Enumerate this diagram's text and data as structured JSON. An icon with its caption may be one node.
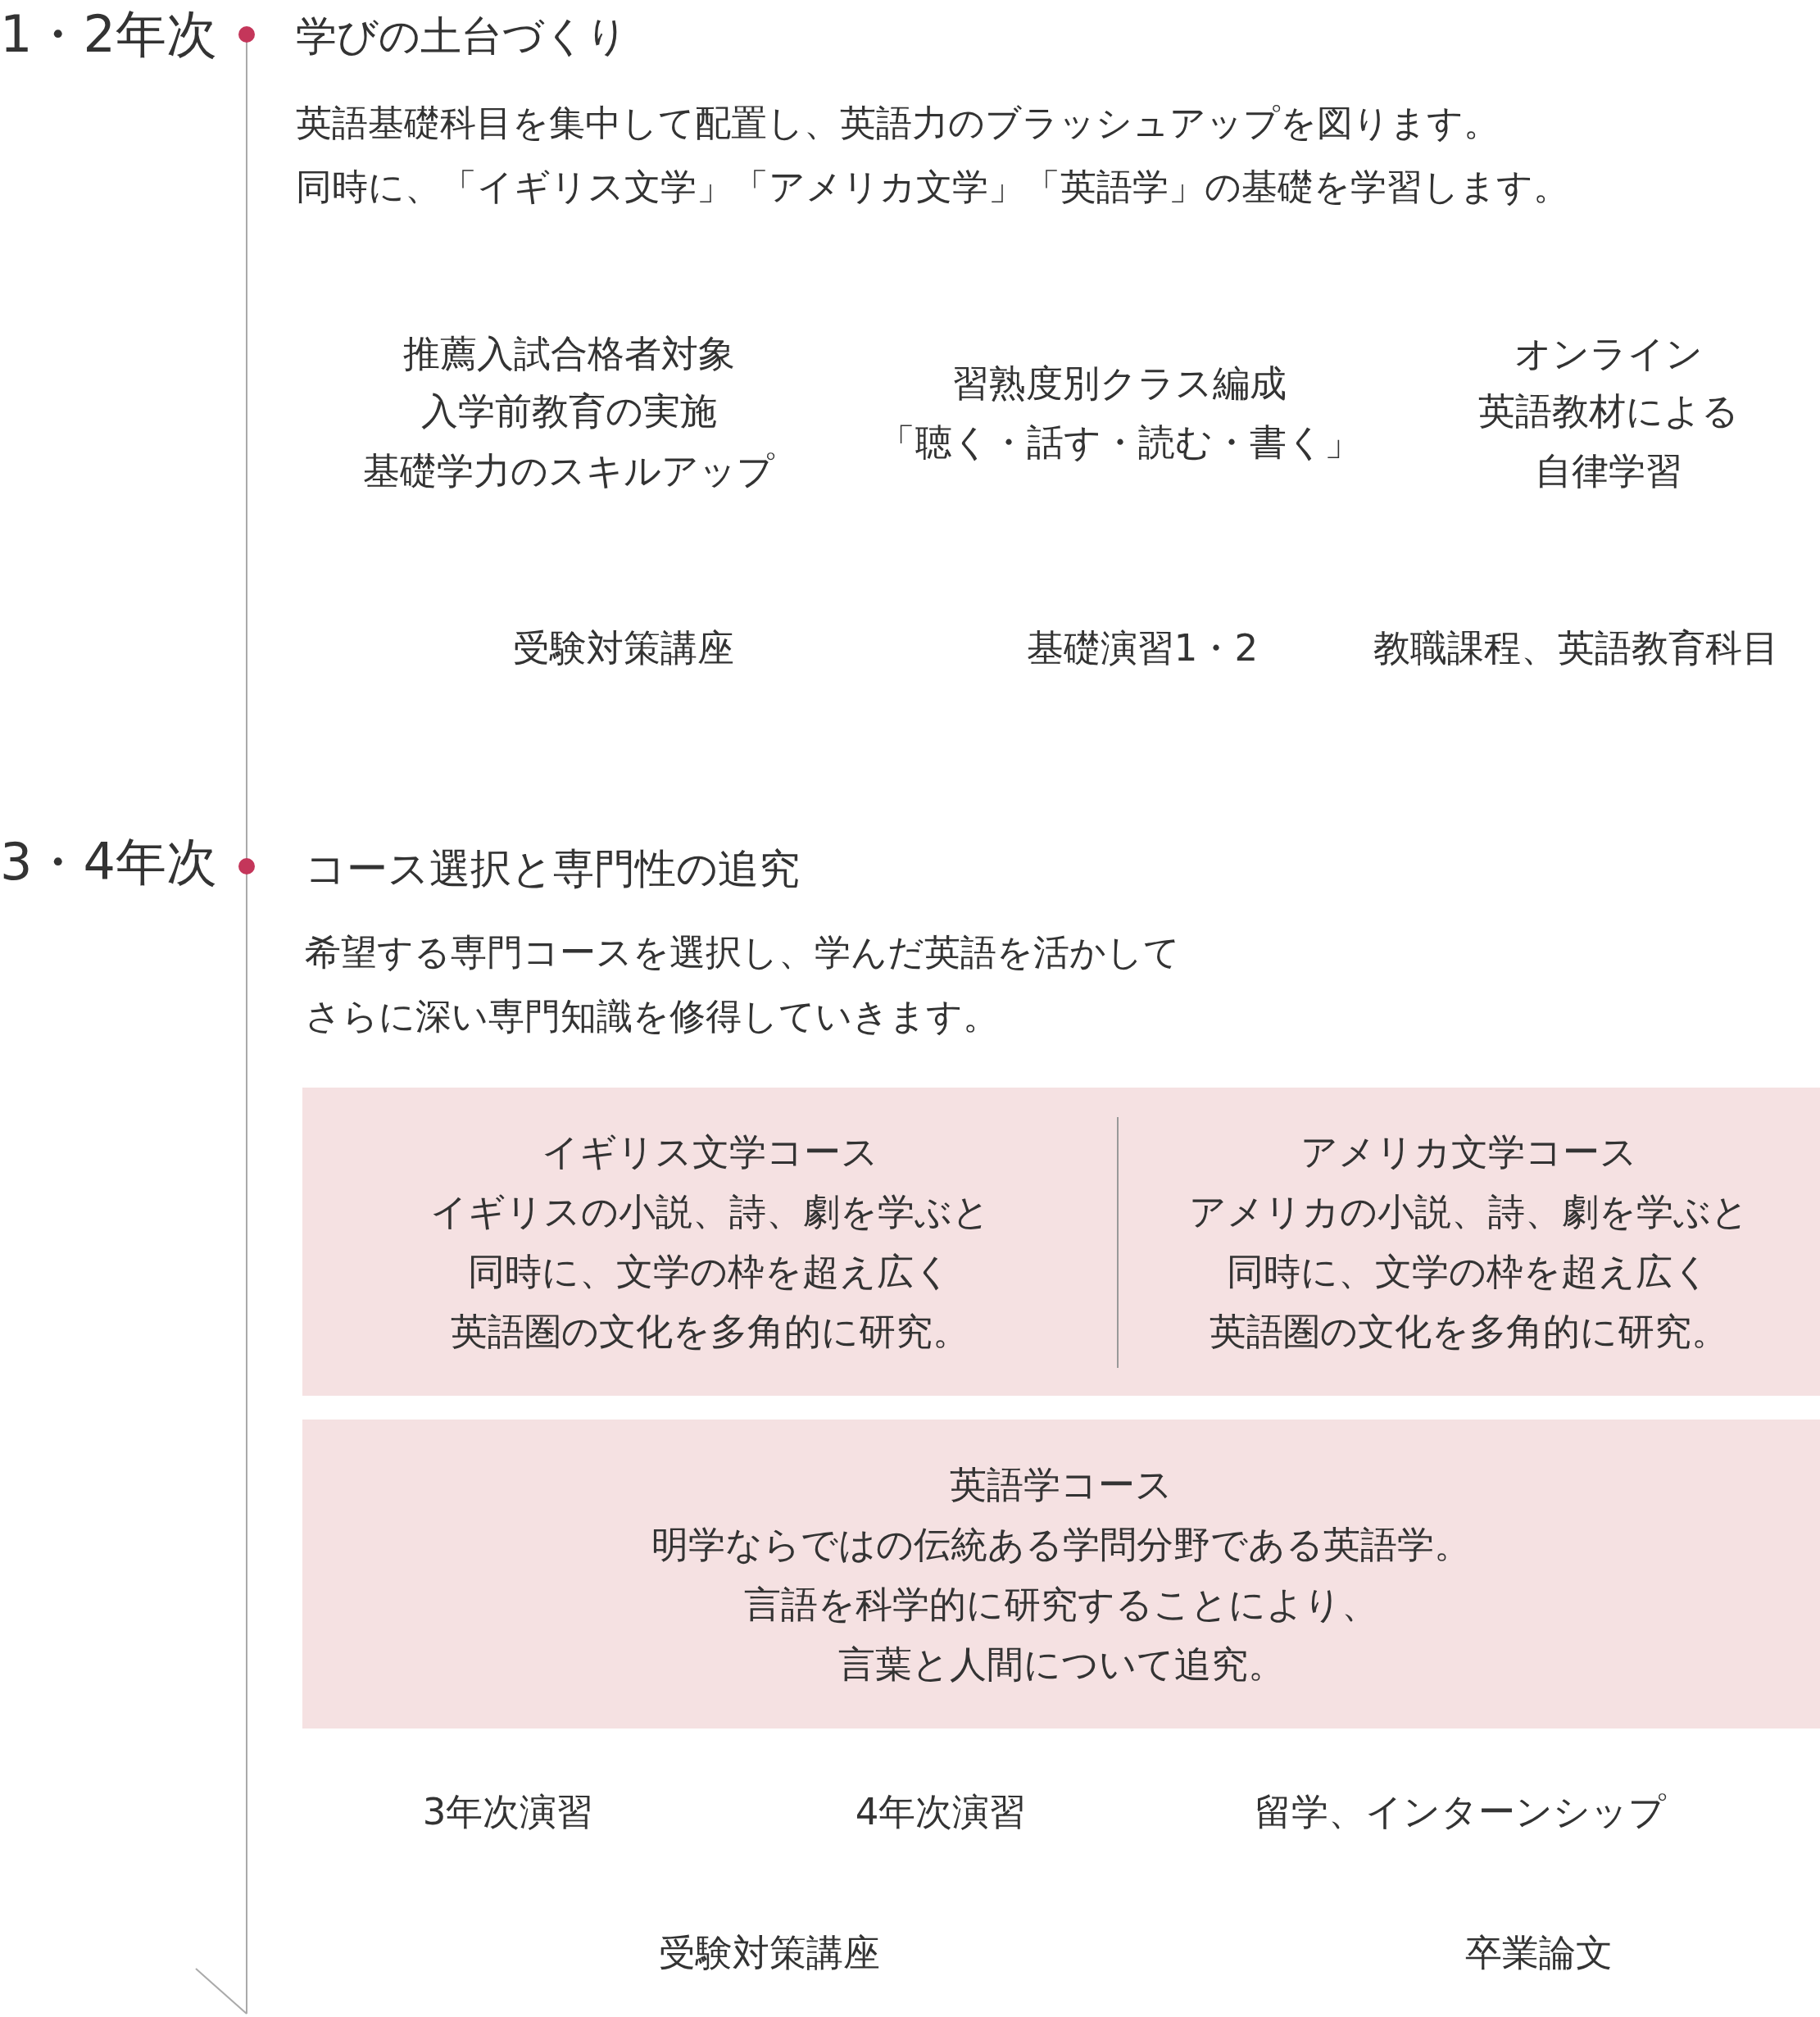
{
  "diagram": {
    "nodes": [
      {
        "text": [],
        "shape": "box"
      },
      {
        "text": [
          "イギリス文学コース",
          "イギリスの小説、詩、劇を学ぶと",
          "同時に、文学の枠を超え広く",
          "英語圏の文化を多角的に研究。"
        ],
        "in": 0
      },
      {
        "text": [
          "アメリカ文学コース",
          "アメリカの小説、詩、劇を学ぶと",
          "同時に、文学の枠を超え広く",
          "英語圏の文化を多角的に研究。"
        ],
        "in": 0
      },
      {
        "text": [
          "英語学コース",
          "明学ならではの伝統ある学問分野である英語学。",
          "言語を科学的に研究することにより、",
          "言葉と人間について追究。"
        ]
      }
    ],
    "edges": [],
    "labels": [
      "1・2年次",
      "学びの土台づくり",
      "英語基礎科目を集中して配置し、英語力のブラッシュアップを図ります。",
      "同時に、「イギリス文学」「アメリカ文学」「英語学」の基礎を学習します。",
      "推薦入試合格者対象",
      "入学前教育の実施",
      "基礎学力のスキルアップ",
      "習熟度別クラス編成",
      "「聴く・話す・読む・書く」",
      "オンライン",
      "英語教材による",
      "自律学習",
      "受験対策講座",
      "基礎演習1・2",
      "教職課程、英語教育科目",
      "3・4年次",
      "コース選択と専門性の追究",
      "希望する専門コースを選択し、学んだ英語を活かして",
      "さらに深い専門知識を修得していきます。",
      "3年次演習",
      "4年次演習",
      "留学、インターンシップ",
      "受験対策講座",
      "卒業論文"
    ]
  }
}
